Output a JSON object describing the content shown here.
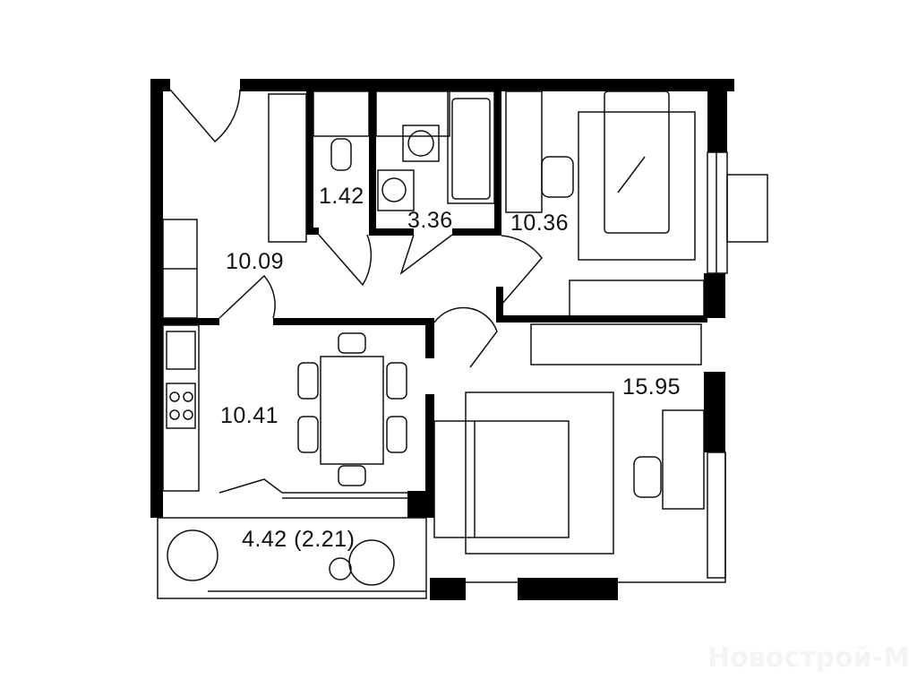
{
  "plan": {
    "rooms": [
      {
        "id": "hallway",
        "area": "10.09"
      },
      {
        "id": "toilet",
        "area": "1.42"
      },
      {
        "id": "bathroom",
        "area": "3.36"
      },
      {
        "id": "bedroom-small",
        "area": "10.36"
      },
      {
        "id": "kitchen",
        "area": "10.41"
      },
      {
        "id": "bedroom-large",
        "area": "15.95"
      },
      {
        "id": "balcony",
        "area": "4.42 (2.21)"
      }
    ],
    "watermark": "Новострой-М",
    "colors": {
      "wall": "#000000",
      "line": "#111111",
      "background": "#ffffff"
    }
  }
}
